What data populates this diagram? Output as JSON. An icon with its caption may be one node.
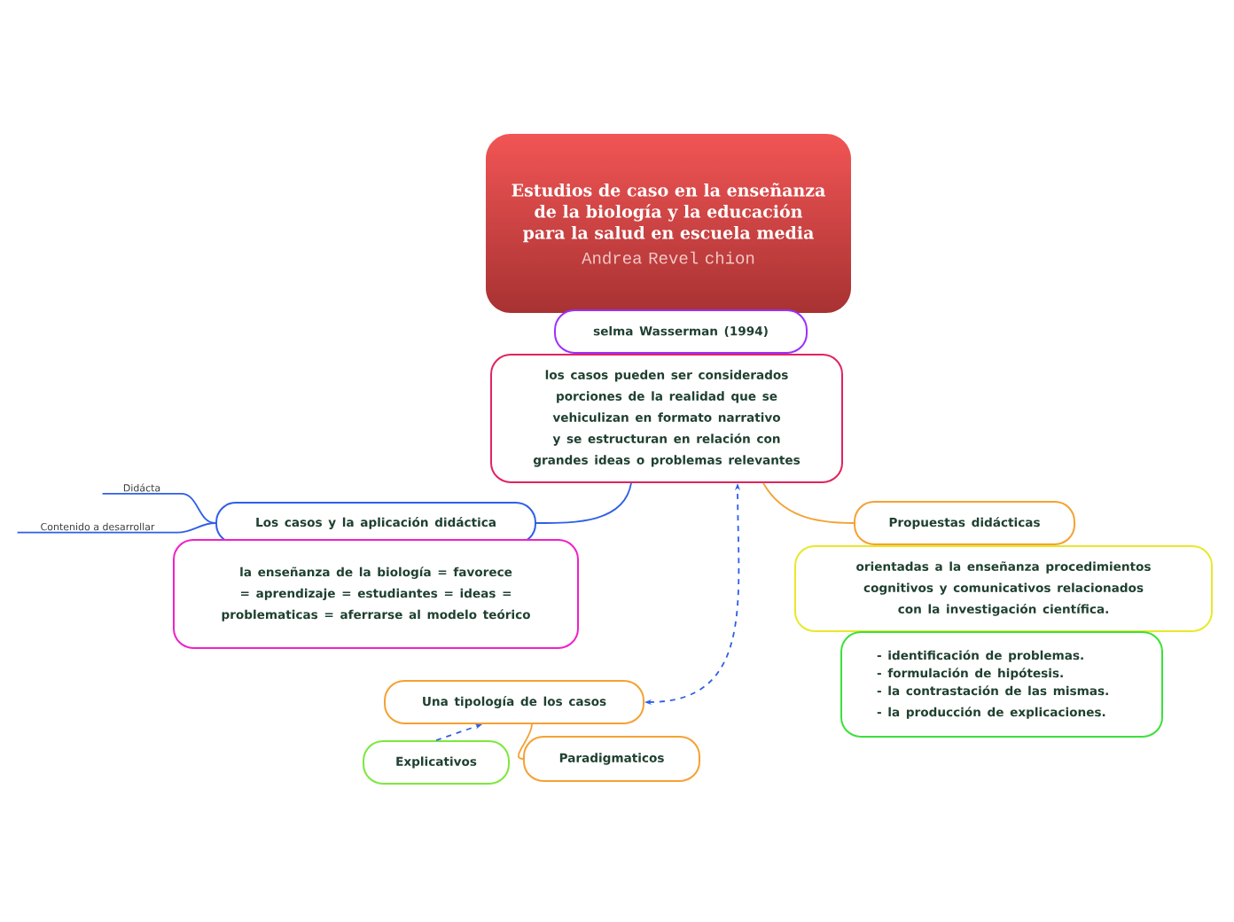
{
  "diagram": {
    "nodes": [
      {
        "text": [
          "Estudios de caso en la enseñanza de la biología y la educación para   la salud en escuela media",
          "Andrea Revel chion"
        ]
      },
      {
        "text": [
          "selma  Wasserman  (1994)"
        ]
      },
      {
        "text": [
          "los casos pueden ser considerados porciones de la realidad que se vehiculizan en formato narrativo y se estructuran en relación con grandes ideas o problemas relevantes"
        ]
      },
      {
        "text": [
          "Los casos y la aplicación didáctica"
        ]
      },
      {
        "text": [
          "Didácta"
        ]
      },
      {
        "text": [
          "Contenido a desarrollar"
        ]
      },
      {
        "text": [
          "la enseñanza de la biología = favorece = aprendizaje = estudiantes = ideas = problematicas =  aferrarse al modelo teórico"
        ]
      },
      {
        "text": [
          "Propuestas didácticas"
        ]
      },
      {
        "text": [
          "orientadas a la enseñanza  procedimientos cognitivos  y  comunicativos  relacionados con  la  investigación científica."
        ]
      },
      {
        "text": [
          "- identificación de problemas.",
          "- formulación de hipótesis.",
          "- la contrastación de las mismas.",
          "- la producción de explicaciones."
        ]
      },
      {
        "text": [
          "Una tipología de los casos"
        ]
      },
      {
        "text": [
          "Explicativos"
        ]
      },
      {
        "text": [
          "Paradigmaticos"
        ]
      }
    ],
    "edges": [
      {
        "from": 2,
        "to": 3,
        "arrow": "none"
      },
      {
        "from": 3,
        "to": 4,
        "arrow": "none"
      },
      {
        "from": 3,
        "to": 5,
        "arrow": "none"
      },
      {
        "from": 2,
        "to": 7,
        "arrow": "none",
        "color": "#f5a133"
      },
      {
        "from": 10,
        "to": 2,
        "arrow": "both",
        "style": "dashed"
      },
      {
        "from": 11,
        "to": 10,
        "arrow": "to",
        "style": "dashed"
      },
      {
        "from": 10,
        "to": 12,
        "arrow": "none",
        "color": "#f5a133"
      }
    ]
  }
}
